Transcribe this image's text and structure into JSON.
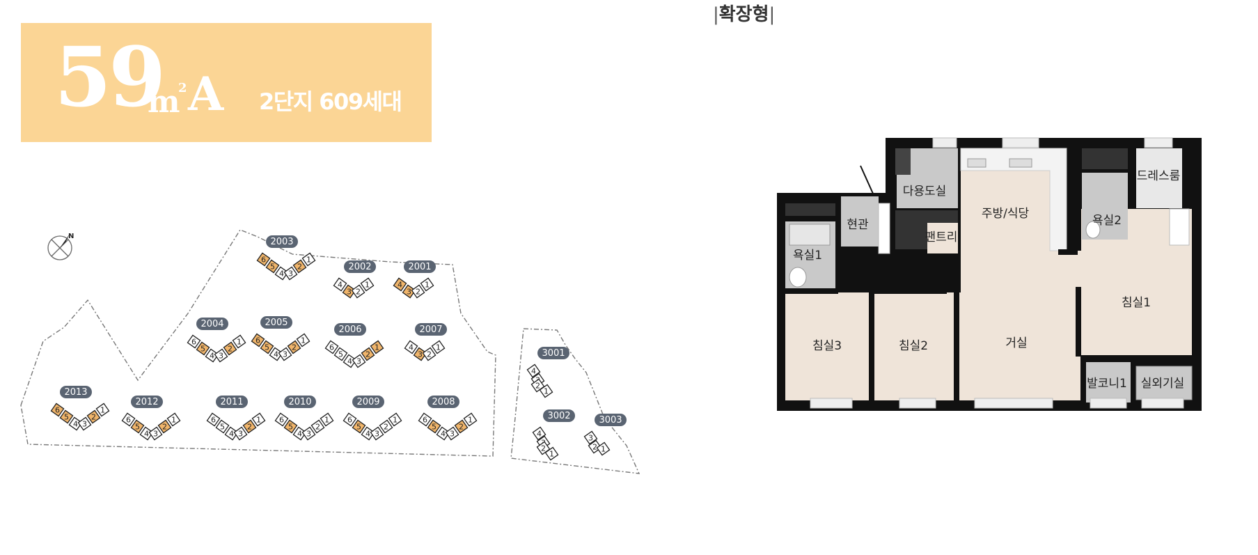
{
  "header": {
    "area_number": "59",
    "area_unit_base": "m",
    "area_unit_sup": "2",
    "area_type": "A",
    "complex_info": "2단지 609세대"
  },
  "variant": {
    "bar_left": "|",
    "label": "확장형",
    "bar_right": "|"
  },
  "site_plan": {
    "compass_letter": "N",
    "buildings": [
      {
        "id": "2003",
        "label": "2003",
        "units": [
          "6",
          "5",
          "4",
          "3",
          "2",
          "1"
        ],
        "highlight": [
          "6",
          "5",
          "2"
        ]
      },
      {
        "id": "2002",
        "label": "2002",
        "units": [
          "4",
          "3",
          "2",
          "1"
        ],
        "highlight": [
          "3"
        ]
      },
      {
        "id": "2001",
        "label": "2001",
        "units": [
          "4",
          "3",
          "2",
          "1"
        ],
        "highlight": [
          "4",
          "3"
        ]
      },
      {
        "id": "2004",
        "label": "2004",
        "units": [
          "6",
          "5",
          "4",
          "3",
          "2",
          "1"
        ],
        "highlight": [
          "5",
          "2"
        ]
      },
      {
        "id": "2005",
        "label": "2005",
        "units": [
          "6",
          "5",
          "4",
          "3",
          "2",
          "1"
        ],
        "highlight": [
          "6",
          "5",
          "2"
        ]
      },
      {
        "id": "2006",
        "label": "2006",
        "units": [
          "6",
          "5",
          "4",
          "3",
          "2",
          "1"
        ],
        "highlight": [
          "2",
          "1"
        ]
      },
      {
        "id": "2007",
        "label": "2007",
        "units": [
          "4",
          "3",
          "2",
          "1"
        ],
        "highlight": [
          "3"
        ]
      },
      {
        "id": "3001",
        "label": "3001",
        "units": [
          "4",
          "3",
          "2",
          "1"
        ],
        "highlight": []
      },
      {
        "id": "2013",
        "label": "2013",
        "units": [
          "6",
          "5",
          "4",
          "3",
          "2",
          "1"
        ],
        "highlight": [
          "6",
          "5",
          "2"
        ]
      },
      {
        "id": "2012",
        "label": "2012",
        "units": [
          "6",
          "5",
          "4",
          "3",
          "2",
          "1"
        ],
        "highlight": [
          "5",
          "2"
        ]
      },
      {
        "id": "2011",
        "label": "2011",
        "units": [
          "6",
          "5",
          "4",
          "3",
          "2",
          "1"
        ],
        "highlight": [
          "2"
        ]
      },
      {
        "id": "2010",
        "label": "2010",
        "units": [
          "6",
          "5",
          "4",
          "3",
          "2",
          "1"
        ],
        "highlight": [
          "5"
        ]
      },
      {
        "id": "2009",
        "label": "2009",
        "units": [
          "6",
          "5",
          "4",
          "3",
          "2",
          "1"
        ],
        "highlight": [
          "5"
        ]
      },
      {
        "id": "2008",
        "label": "2008",
        "units": [
          "6",
          "5",
          "4",
          "3",
          "2",
          "1"
        ],
        "highlight": [
          "5",
          "2"
        ]
      },
      {
        "id": "3002",
        "label": "3002",
        "units": [
          "4",
          "3",
          "2",
          "1"
        ],
        "highlight": []
      },
      {
        "id": "3003",
        "label": "3003",
        "units": [
          "3",
          "2",
          "1"
        ],
        "highlight": []
      }
    ]
  },
  "floor_plan": {
    "rooms": {
      "dressing": "드레스룸",
      "utility": "다용도실",
      "kitchen": "주방/식당",
      "bath2": "욕실2",
      "entrance": "현관",
      "pantry": "팬트리",
      "bath1": "욕실1",
      "bedroom1": "침실1",
      "bedroom3": "침실3",
      "bedroom2": "침실2",
      "living": "거실",
      "balcony1": "발코니1",
      "outdoor_unit": "실외기실"
    }
  },
  "colors": {
    "header_bg": "#fbd595",
    "label_badge": "#5a6472",
    "unit_highlight": "#f0b56b",
    "wall": "#111111",
    "floor": "#efe4d9",
    "wet_area": "#c9c9c9"
  }
}
